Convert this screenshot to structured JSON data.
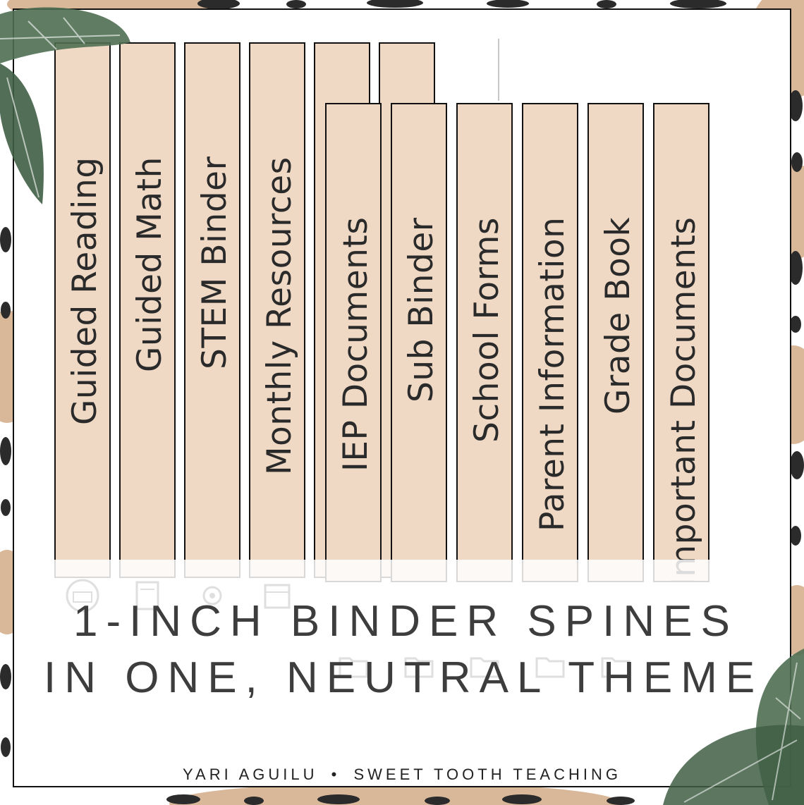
{
  "spines_back_row": [
    {
      "label": "Guided Reading"
    },
    {
      "label": "Guided Math"
    },
    {
      "label": "STEM Binder"
    },
    {
      "label": "Monthly Resources"
    },
    {
      "label": ""
    },
    {
      "label": ""
    }
  ],
  "spines_front_row": [
    {
      "label": "IEP Documents"
    },
    {
      "label": "Sub Binder"
    },
    {
      "label": "School Forms"
    },
    {
      "label": "Parent Information"
    },
    {
      "label": "Grade Book"
    },
    {
      "label": "Important Documents"
    }
  ],
  "headline": {
    "line1": "1-INCH BINDER SPINES",
    "line2": "IN ONE, NEUTRAL THEME"
  },
  "footer": {
    "author": "YARI AGUILU",
    "separator": "•",
    "brand": "SWEET TOOTH TEACHING"
  },
  "colors": {
    "spine_fill": "#efd9c4",
    "spine_border": "#111111",
    "leopard_tan": "#d9b89a",
    "leopard_spot": "#2b2b2b",
    "leaf_green": "#4f6f52",
    "text": "#3d3d3d"
  },
  "icons": [
    "palm-leaf-icon",
    "leopard-print-pattern",
    "reading-icon",
    "calculator-icon",
    "folder-icon"
  ]
}
